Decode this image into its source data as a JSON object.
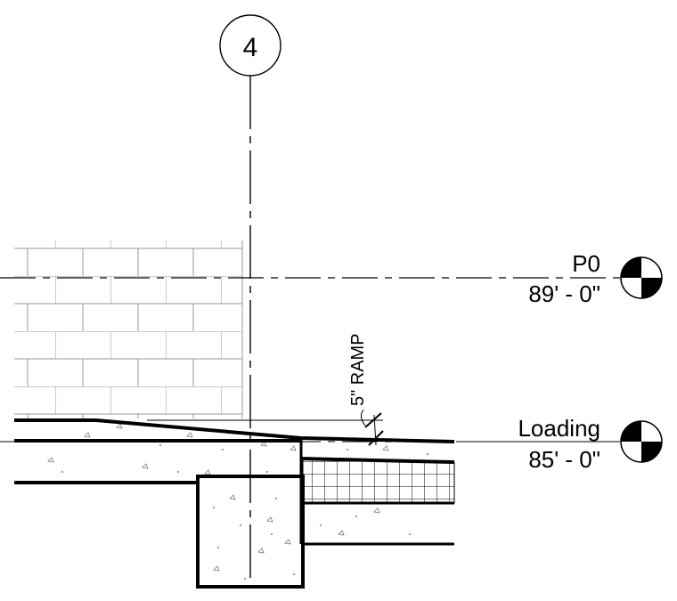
{
  "grid": {
    "label": "4"
  },
  "levels": [
    {
      "name": "P0",
      "elevation": "89' - 0\""
    },
    {
      "name": "Loading",
      "elevation": "85' - 0\""
    }
  ],
  "annotation": {
    "text": "5\" RAMP"
  },
  "colors": {
    "line": "#000000",
    "brick": "#999999",
    "background": "#ffffff"
  }
}
